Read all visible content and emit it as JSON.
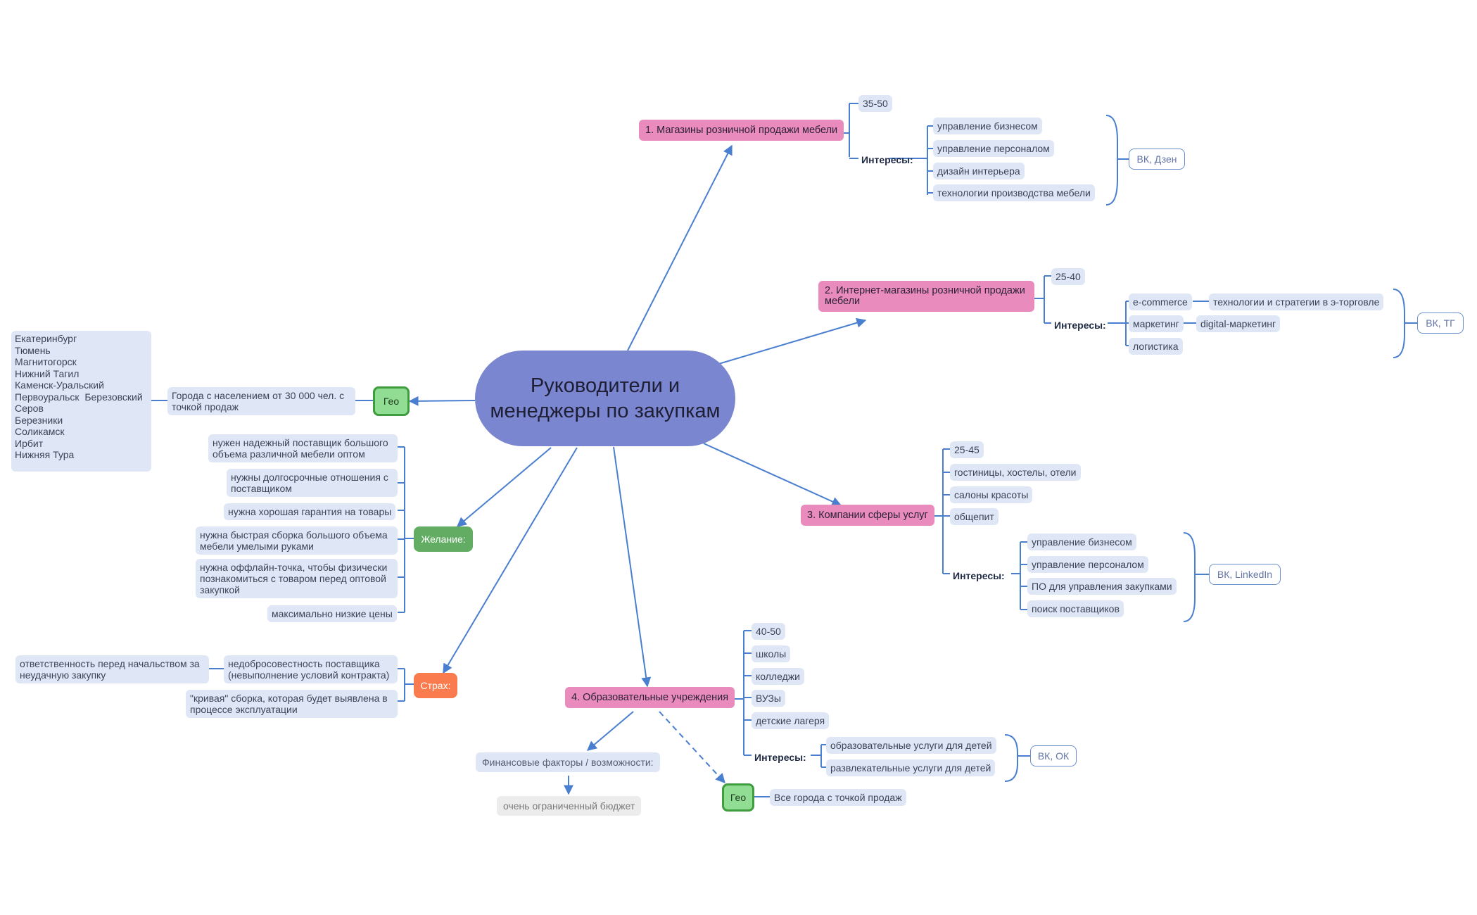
{
  "central": "Руководители и менеджеры по закупкам",
  "segment1": {
    "title": "1. Магазины розничной продажи мебели",
    "age": "35-50",
    "interests_label": "Интересы:",
    "interests": [
      "управление бизнесом",
      "управление персоналом",
      "дизайн интерьера",
      "технологии производства мебели"
    ],
    "channels": "ВК, Дзен"
  },
  "segment2": {
    "title": "2. Интернет-магазины розничной продажи мебели",
    "age": "25-40",
    "interests_label": "Интересы:",
    "interests": [
      "e-commerce",
      "маркетинг",
      "логистика"
    ],
    "sub_interests": [
      "технологии и стратегии в э-торговле",
      "digital-маркетинг"
    ],
    "channels": "ВК, ТГ"
  },
  "segment3": {
    "title": "3. Компании сферы услуг",
    "age": "25-45",
    "items": [
      "гостиницы, хостелы, отели",
      "салоны красоты",
      "общепит"
    ],
    "interests_label": "Интересы:",
    "interests": [
      "управление бизнесом",
      "управление персоналом",
      "ПО для управления закупками",
      "поиск поставщиков"
    ],
    "channels": "ВК, LinkedIn"
  },
  "segment4": {
    "title": "4. Образовательные учреждения",
    "age": "40-50",
    "items": [
      "школы",
      "колледжи",
      "ВУЗы",
      "детские лагеря"
    ],
    "interests_label": "Интересы:",
    "interests": [
      "образовательные услуги для детей",
      "развлекательные услуги для детей"
    ],
    "channels": "ВК, ОК",
    "finance_label": "Финансовые факторы / возможности:",
    "finance_value": "очень ограниченный бюджет",
    "geo_label": "Гео",
    "geo_value": "Все города с точкой продаж"
  },
  "geo": {
    "label": "Гео",
    "description": "Города с населением от 30 000 чел. с точкой продаж",
    "cities": [
      "Екатеринбург",
      "Тюмень",
      "Магнитогорск",
      "Нижний Тагил",
      "Каменск-Уральский",
      "Первоуральск  Березовский",
      "Серов",
      "Березники",
      "Соликамск",
      "Ирбит",
      "Нижняя Тура"
    ]
  },
  "desire": {
    "label": "Желание:",
    "items": [
      "нужен надежный поставщик большого объема различной мебели оптом",
      "нужны долгосрочные отношения с поставщиком",
      "нужна хорошая гарантия на товары",
      "нужна быстрая сборка большого объема мебели умелыми руками",
      "нужна оффлайн-точка, чтобы физически познакомиться с товаром перед оптовой закупкой",
      "максимально низкие цены"
    ]
  },
  "fear": {
    "label": "Страх:",
    "items": [
      "недобросовестность поставщика (невыполнение условий контракта)",
      "\"кривая\" сборка, которая будет выявлена в процессе эксплуатации"
    ],
    "sub_item": "ответственность перед начальством за неудачную закупку"
  },
  "colors": {
    "central": "#7b86d0",
    "segment": "#e98bbc",
    "leaf": "#dfe7f7",
    "geo": "#91dd93",
    "desire": "#63ac63",
    "fear": "#f97b4e",
    "connector": "#4a7fd0"
  }
}
